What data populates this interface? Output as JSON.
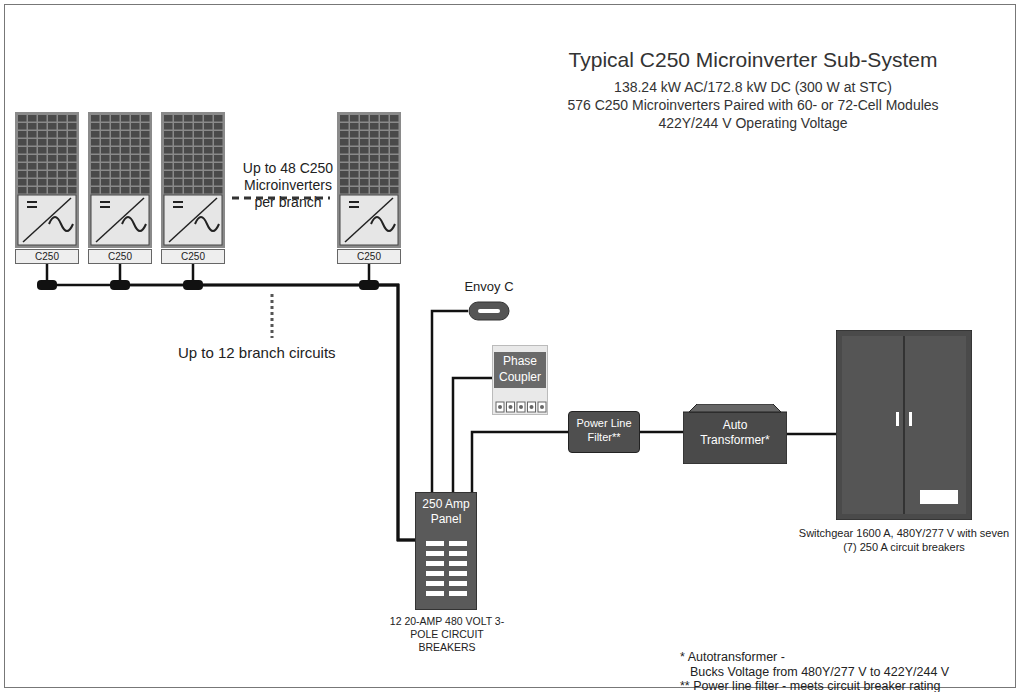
{
  "diagram": {
    "title": "Typical C250 Microinverter Sub-System",
    "nodes": [
      {
        "text": [
          "C250"
        ]
      },
      {
        "text": [
          "C250"
        ]
      },
      {
        "text": [
          "C250"
        ]
      },
      {
        "text": [
          "C250"
        ]
      },
      {
        "text": [
          "Envoy C"
        ]
      },
      {
        "text": [
          "Phase Coupler"
        ]
      },
      {
        "text": [
          "250 Amp Panel",
          "12 20-AMP 480 VOLT 3-POLE CIRCUIT BREAKERS"
        ]
      },
      {
        "text": [
          "Power Line Filter**"
        ]
      },
      {
        "text": [
          "Auto Transformer*"
        ]
      },
      {
        "text": [
          "Switchgear 1600 A, 480Y/277 V with seven (7) 250 A circuit breakers"
        ]
      }
    ],
    "edges": [
      {
        "from": 0,
        "to": 6,
        "arrow": "none"
      },
      {
        "from": 1,
        "to": 6,
        "arrow": "none"
      },
      {
        "from": 2,
        "to": 6,
        "arrow": "none"
      },
      {
        "from": 3,
        "to": 6,
        "arrow": "none"
      },
      {
        "from": 6,
        "to": 4,
        "arrow": "none"
      },
      {
        "from": 6,
        "to": 5,
        "arrow": "none"
      },
      {
        "from": 6,
        "to": 7,
        "arrow": "none"
      },
      {
        "from": 7,
        "to": 8,
        "arrow": "none"
      },
      {
        "from": 8,
        "to": 9,
        "arrow": "none"
      }
    ],
    "labels": [
      "138.24 kW AC/172.8 kW DC (300 W at STC)",
      "576 C250 Microinverters Paired with 60- or 72-Cell Modules",
      "422Y/244 V Operating Voltage",
      "Up to 48 C250 Microinverters per branch",
      "Up to 12 branch circuits",
      "* Autotransformer -",
      "Bucks Voltage from 480Y/277 V to 422Y/244 V",
      "** Power line filter - meets circuit breaker rating"
    ]
  }
}
